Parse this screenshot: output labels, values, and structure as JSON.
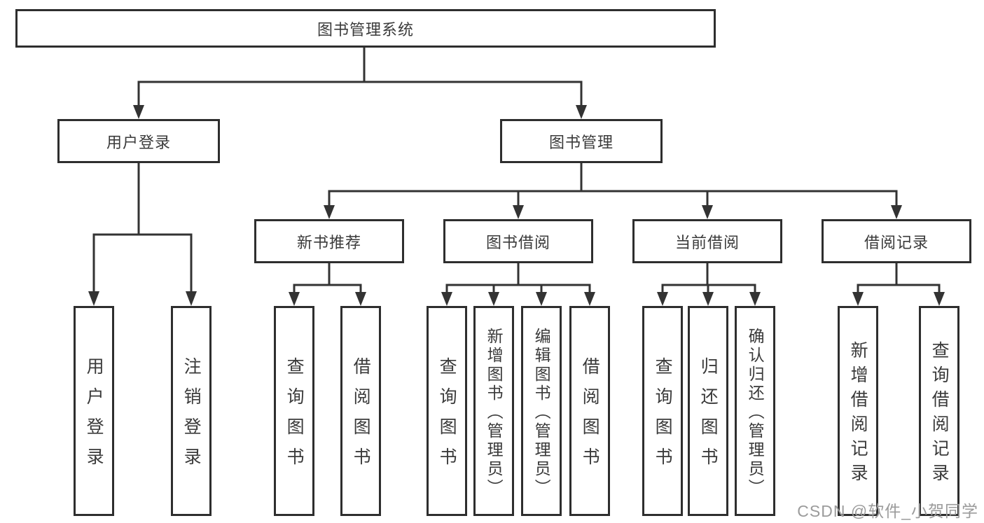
{
  "diagram": {
    "root": "图书管理系统",
    "level2": {
      "user_login": "用户登录",
      "book_mgmt": "图书管理"
    },
    "level3": {
      "new_book": "新书推荐",
      "book_borrow": "图书借阅",
      "current_borrow": "当前借阅",
      "borrow_record": "借阅记录"
    },
    "leaves": {
      "user_login_1": "用户登录",
      "user_login_2": "注销登录",
      "new_book_1": "查询图书",
      "new_book_2": "借阅图书",
      "book_borrow_1": "查询图书",
      "book_borrow_2": "新增图书（管理员）",
      "book_borrow_3": "编辑图书（管理员）",
      "book_borrow_4": "借阅图书",
      "current_1": "查询图书",
      "current_2": "归还图书",
      "current_3": "确认归还（管理员）",
      "record_1": "新增借阅记录",
      "record_2": "查询借阅记录"
    },
    "watermark": "CSDN @软件_小贺同学",
    "colors": {
      "line": "#333333",
      "border": "#2e2e2e",
      "watermark": "#9b9b9b",
      "bg": "#ffffff"
    }
  }
}
